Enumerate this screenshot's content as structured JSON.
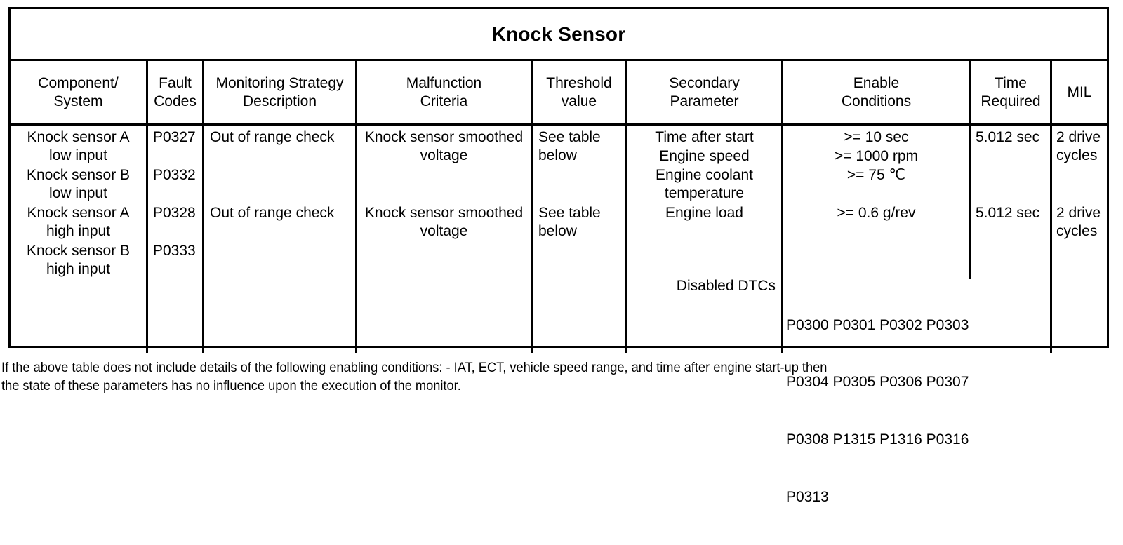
{
  "document": {
    "title": "Knock Sensor"
  },
  "table": {
    "headers": [
      "Component/\nSystem",
      "Fault\nCodes",
      "Monitoring Strategy\nDescription",
      "Malfunction\nCriteria",
      "Threshold\nvalue",
      "Secondary\nParameter",
      "Enable\nConditions",
      "Time\nRequired",
      "MIL"
    ],
    "headers_flat": {
      "component_system_line1": "Component/",
      "component_system_line2": "System",
      "fault_codes_line1": "Fault",
      "fault_codes_line2": "Codes",
      "monitoring_line1": "Monitoring Strategy",
      "monitoring_line2": "Description",
      "malfunction_line1": "Malfunction",
      "malfunction_line2": "Criteria",
      "threshold_line1": "Threshold",
      "threshold_line2": "value",
      "secondary_line1": "Secondary",
      "secondary_line2": "Parameter",
      "enable_line1": "Enable",
      "enable_line2": "Conditions",
      "time_line1": "Time",
      "time_line2": "Required",
      "mil": "MIL"
    },
    "components": {
      "a_low_line1": "Knock sensor A",
      "a_low_line2": "low input",
      "b_low_line1": "Knock sensor B",
      "b_low_line2": "low input",
      "a_high_line1": "Knock sensor A",
      "a_high_line2": "high input",
      "b_high_line1": "Knock sensor B",
      "b_high_line2": "high input"
    },
    "fault_codes": {
      "a_low": "P0327",
      "b_low": "P0332",
      "a_high": "P0328",
      "b_high": "P0333"
    },
    "monitoring": {
      "row1": "Out of range check",
      "row2": "Out of range check"
    },
    "malfunction": {
      "row1_line1": "Knock sensor smoothed",
      "row1_line2": "voltage",
      "row2_line1": "Knock sensor smoothed",
      "row2_line2": "voltage"
    },
    "threshold": {
      "row1_line1": "See table",
      "row1_line2": "below",
      "row2_line1": "See table",
      "row2_line2": "below"
    },
    "secondary_parameters": {
      "p1": "Time after start",
      "p2": "Engine speed",
      "p3_line1": "Engine coolant",
      "p3_line2": "temperature",
      "p4": "Engine load",
      "disabled_dtcs_label": "Disabled DTCs"
    },
    "enable_conditions": {
      "c1": ">= 10 sec",
      "c2": ">= 1000 rpm",
      "c3": ">= 75 ℃",
      "c4": ">= 0.6 g/rev"
    },
    "disabled_dtcs": {
      "line1": "P0300 P0301 P0302 P0303",
      "line2": "P0304 P0305 P0306 P0307",
      "line3": "P0308 P1315 P1316 P0316",
      "line4": "P0313"
    },
    "time_required": {
      "row1": "5.012 sec",
      "row2": "5.012 sec"
    },
    "mil": {
      "row1_line1": "2 drive",
      "row1_line2": "cycles",
      "row2_line1": "2 drive",
      "row2_line2": "cycles"
    }
  },
  "footnote": {
    "line1": "If the above table does not include details of the following enabling conditions: - IAT, ECT, vehicle speed range, and time after engine start-up then",
    "line2": "the state of these parameters has no influence upon the execution of the monitor."
  }
}
